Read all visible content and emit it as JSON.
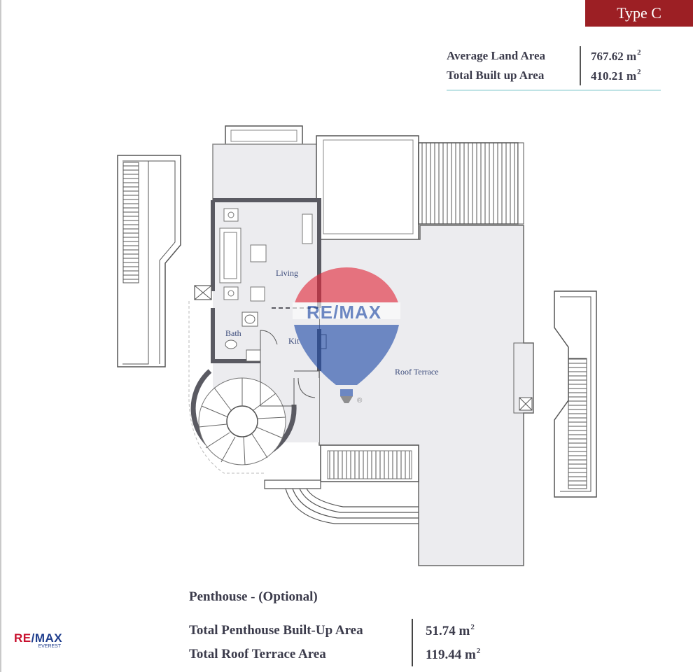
{
  "header": {
    "type_badge": "Type C"
  },
  "area_summary": {
    "rows": [
      {
        "label": "Average Land Area",
        "value": "767.62 m",
        "sup": "2"
      },
      {
        "label": "Total Built up Area",
        "value": "410.21 m",
        "sup": "2"
      }
    ]
  },
  "floor_plan": {
    "rooms": {
      "living": "Living",
      "bath": "Bath",
      "kitchen": "Kit",
      "roof_terrace": "Roof Terrace"
    },
    "watermark": {
      "text": "RE/MAX",
      "registered": "®"
    }
  },
  "penthouse": {
    "title": "Penthouse - (Optional)",
    "rows": [
      {
        "label": "Total Penthouse Built-Up Area",
        "value": "51.74 m",
        "sup": "2"
      },
      {
        "label": "Total Roof Terrace Area",
        "value": "119.44 m",
        "sup": "2"
      }
    ]
  },
  "logo": {
    "re": "RE",
    "slash": "/",
    "max": "MAX",
    "sub": "EVEREST"
  },
  "colors": {
    "badge": "#9c1f24",
    "wall": "#5a5a62",
    "floor": "#ececef",
    "balloon_red": "#e2283a",
    "balloon_blue": "#1f4aa8"
  }
}
